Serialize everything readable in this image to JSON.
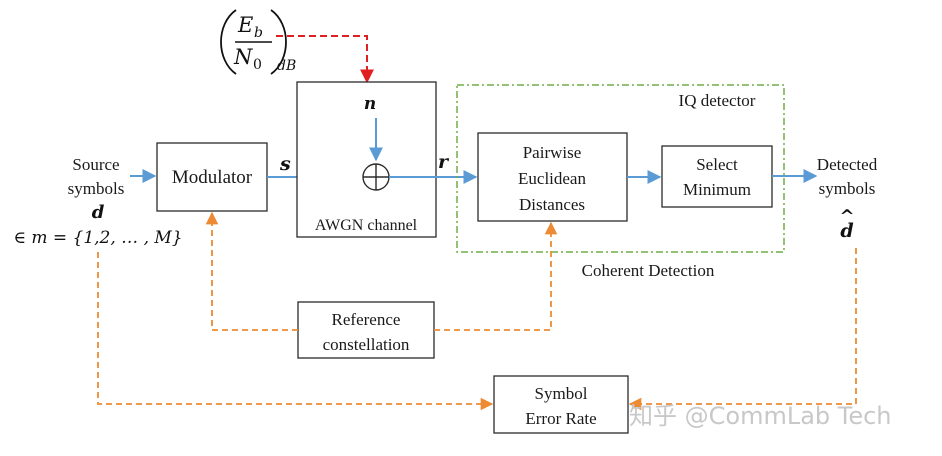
{
  "snr": {
    "num": "E",
    "num_sub": "b",
    "den": "N",
    "den_sub": "0",
    "sub": "dB"
  },
  "source": {
    "line1": "Source",
    "line2": "symbols",
    "var": "d",
    "set": "∈ m = {1,2, … , M}"
  },
  "modulator": {
    "label": "Modulator"
  },
  "signal_s": "s",
  "noise_n": "n",
  "channel": {
    "label": "AWGN channel"
  },
  "signal_r": "r",
  "iq_detector": {
    "label": "IQ detector"
  },
  "pairwise": {
    "line1": "Pairwise",
    "line2": "Euclidean",
    "line3": "Distances"
  },
  "select": {
    "line1": "Select",
    "line2": "Minimum"
  },
  "detected": {
    "line1": "Detected",
    "line2": "symbols",
    "var": "d",
    "hat": "^"
  },
  "coherent": {
    "label": "Coherent Detection"
  },
  "reference": {
    "line1": "Reference",
    "line2": "constellation"
  },
  "ser": {
    "line1": "Symbol",
    "line2": "Error Rate"
  },
  "watermark": "知乎 @CommLab Tech",
  "colors": {
    "signal": "#5b9bd5",
    "reference": "#ed8b35",
    "snr": "#e02020",
    "detector_group": "#70ad47"
  }
}
